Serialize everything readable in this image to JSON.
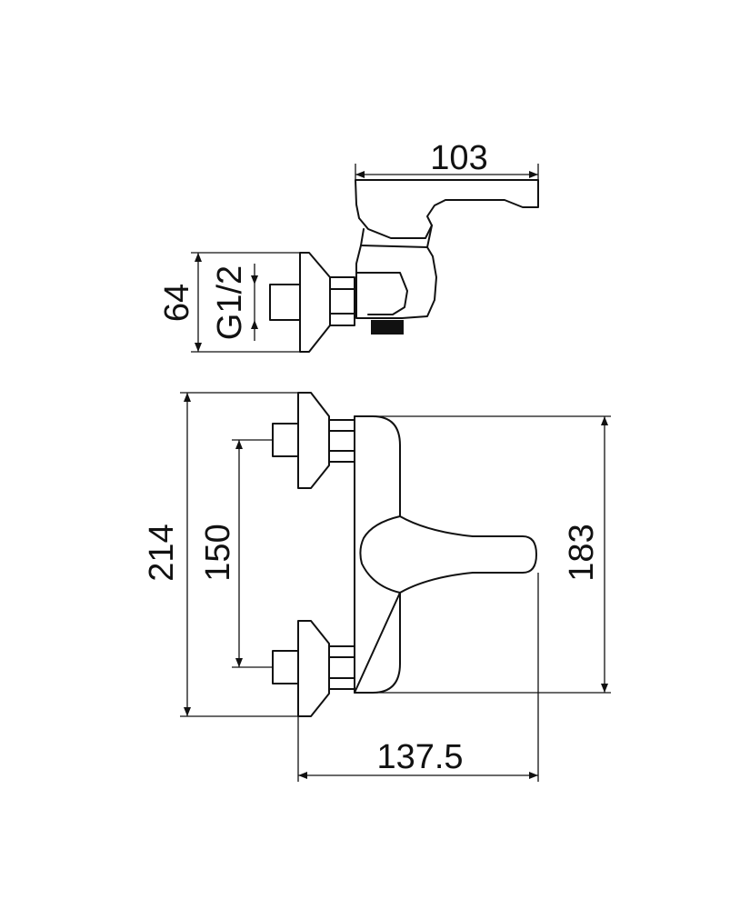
{
  "dimensions": {
    "handle_length": "103",
    "side_height": "64",
    "thread": "G1/2",
    "overall_height": "214",
    "inlet_spacing": "150",
    "body_height": "183",
    "overall_depth": "137.5"
  },
  "colors": {
    "line": "#111111",
    "background": "#ffffff"
  }
}
